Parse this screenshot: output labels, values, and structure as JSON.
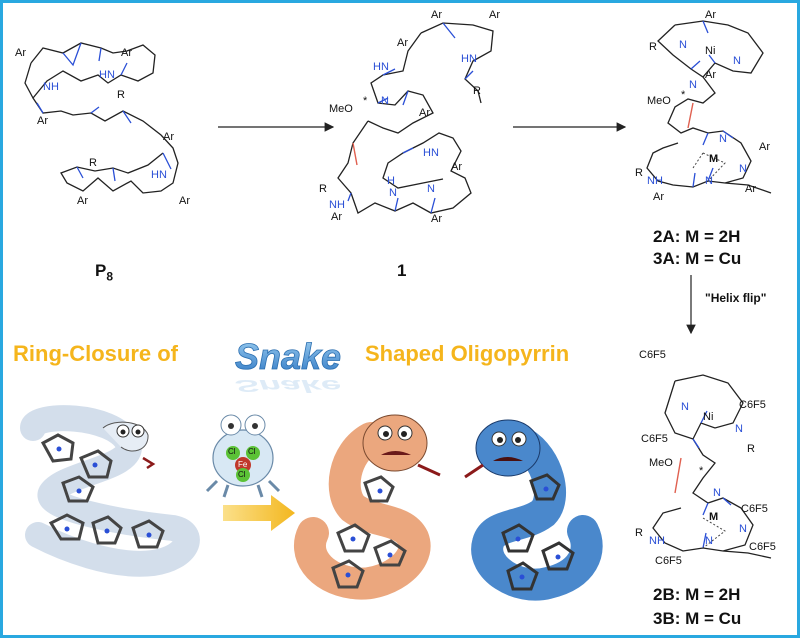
{
  "compounds": {
    "p8_main": "P",
    "p8_sub": "8",
    "c1": "1",
    "c2a": "2A: M = 2H",
    "c3a": "3A: M = Cu",
    "c2b": "2B: M = 2H",
    "c3b": "3B: M = Cu"
  },
  "arrows": {
    "helix_flip": "\"Helix flip\""
  },
  "banner": {
    "left": "Ring-Closure of",
    "logo": "Snake",
    "right": "Shaped Oligopyrrin"
  },
  "atoms": {
    "ar": "Ar",
    "r": "R",
    "nh": "NH",
    "hn": "HN",
    "n": "N",
    "h": "H",
    "ni": "Ni",
    "m": "M",
    "meo": "MeO",
    "star": "*",
    "c6f5": "C6F5",
    "cl": "Cl",
    "fe": "Fe"
  },
  "colors": {
    "frame": "#29a8e0",
    "banner_text": "#f5b51c",
    "logo": "#5a9fd8",
    "nitrogen": "#2a4fd6",
    "snake_orange": "#eba77e",
    "snake_blue": "#4a88cc",
    "arrow_yellow": "#f6c43a"
  }
}
